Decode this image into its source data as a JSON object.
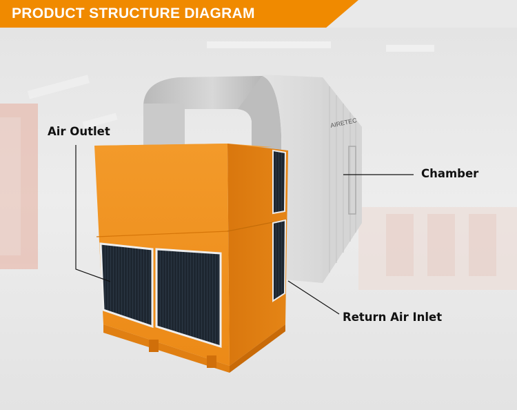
{
  "header": {
    "title": "PRODUCT STRUCTURE DIAGRAM"
  },
  "labels": {
    "air_outlet": "Air Outlet",
    "chamber": "Chamber",
    "return_air_inlet": "Return Air Inlet"
  },
  "colors": {
    "banner": "#f08a00",
    "unit_orange": "#f0901c",
    "label_text": "#111111"
  }
}
